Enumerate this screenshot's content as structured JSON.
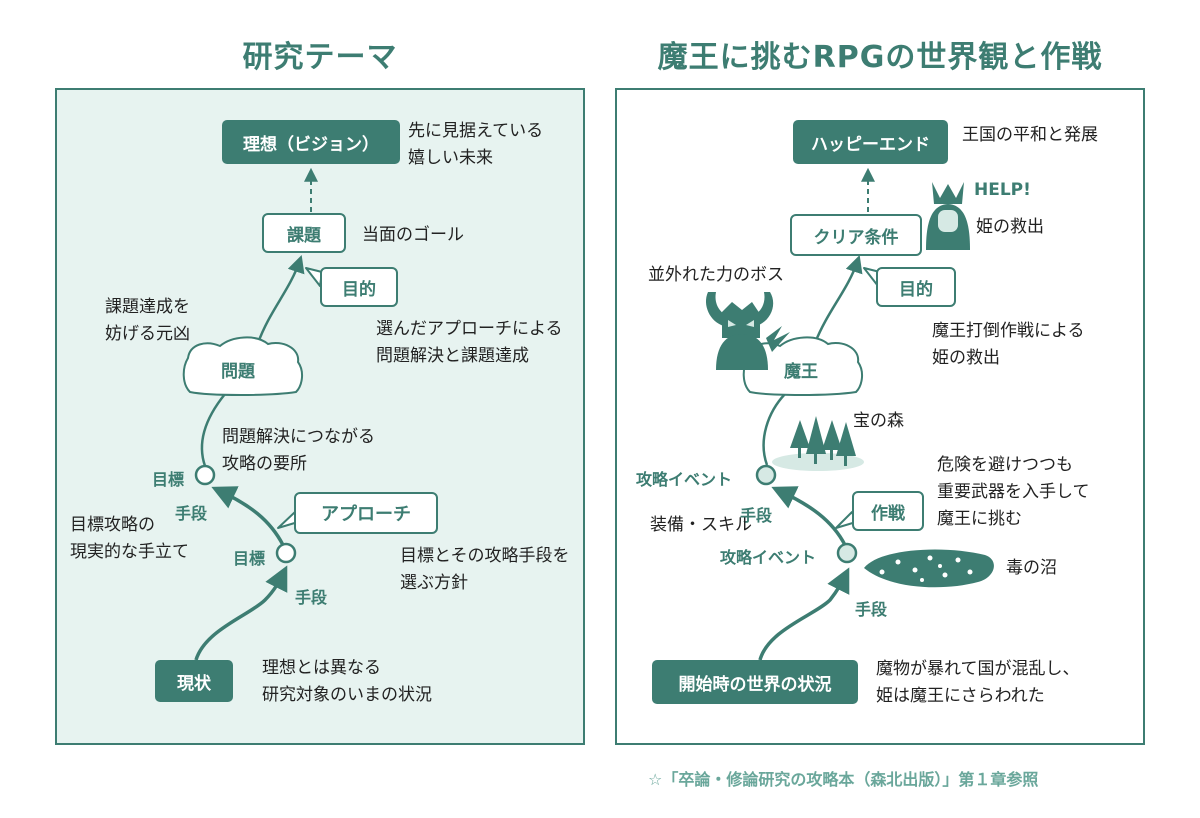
{
  "left": {
    "title": "研究テーマ",
    "ideal": "理想（ビジョン）",
    "ideal_note": "先に見据えている\n嬉しい未来",
    "issue": "課題",
    "issue_note": "当面のゴール",
    "purpose": "目的",
    "purpose_note": "選んだアプローチによる\n問題解決と課題達成",
    "problem": "問題",
    "problem_note": "課題達成を\n妨げる元凶",
    "goal_upper": "目標",
    "goal_upper_note": "問題解決につながる\n攻略の要所",
    "means_upper": "手段",
    "means_note": "目標攻略の\n現実的な手立て",
    "approach": "アプローチ",
    "approach_note": "目標とその攻略手段を\n選ぶ方針",
    "goal_lower": "目標",
    "means_lower": "手段",
    "current": "現状",
    "current_note": "理想とは異なる\n研究対象のいまの状況"
  },
  "right": {
    "title": "魔王に挑むRPGの世界観と作戦",
    "happy_end": "ハッピーエンド",
    "happy_note": "王国の平和と発展",
    "help": "HELP!",
    "clear": "クリア条件",
    "princess_note": "姫の救出",
    "purpose": "目的",
    "purpose_note": "魔王打倒作戦による\n姫の救出",
    "boss_note": "並外れた力のボス",
    "demon": "魔王",
    "forest_note": "宝の森",
    "event_upper": "攻略イベント",
    "means_upper": "手段",
    "danger_note": "危険を避けつつも\n重要武器を入手して\n魔王に挑む",
    "equip_note": "装備・スキル",
    "strategy": "作戦",
    "event_lower": "攻略イベント",
    "swamp_note": "毒の沼",
    "means_lower": "手段",
    "start": "開始時の世界の状況",
    "start_note": "魔物が暴れて国が混乱し、\n姫は魔王にさらわれた"
  },
  "footer": "☆「卒論・修論研究の攻略本（森北出版）」第１章参照",
  "colors": {
    "accent": "#3d7d72",
    "panel_bg": "#e7f3f0",
    "light": "#d6e9e4",
    "footer": "#6aa79b"
  },
  "icons": [
    "princess-icon",
    "demon-icon",
    "forest-icon",
    "poison-swamp-icon",
    "dashed-arrow",
    "path-arrow"
  ]
}
